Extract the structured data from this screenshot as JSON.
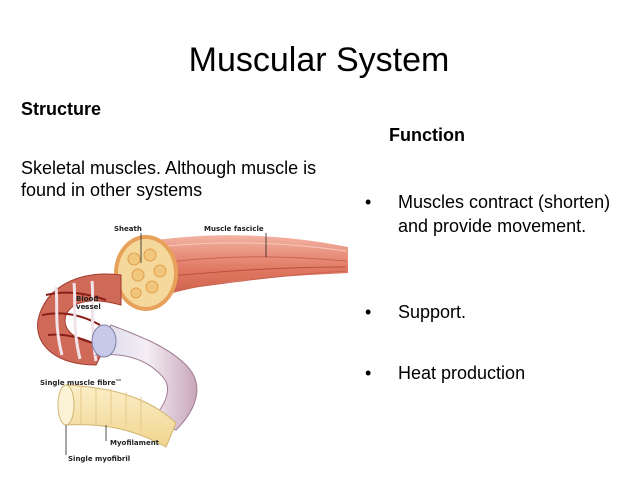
{
  "slide": {
    "title": "Muscular System",
    "structure": {
      "heading": "Structure",
      "text": "Skeletal muscles.  Although muscle is found in other systems"
    },
    "function": {
      "heading": "Function",
      "bullets": [
        "Muscles contract (shorten) and provide movement.",
        "Support.",
        "Heat production"
      ]
    },
    "figure": {
      "labels": {
        "sheath": "Sheath",
        "muscle_fascicle": "Muscle fascicle",
        "blood_vessel_1": "Blood",
        "blood_vessel_2": "vessel",
        "single_muscle_fibre": "Single muscle fibre",
        "myofilament": "Myofilament",
        "single_myofibril": "Single myofibril"
      }
    }
  }
}
